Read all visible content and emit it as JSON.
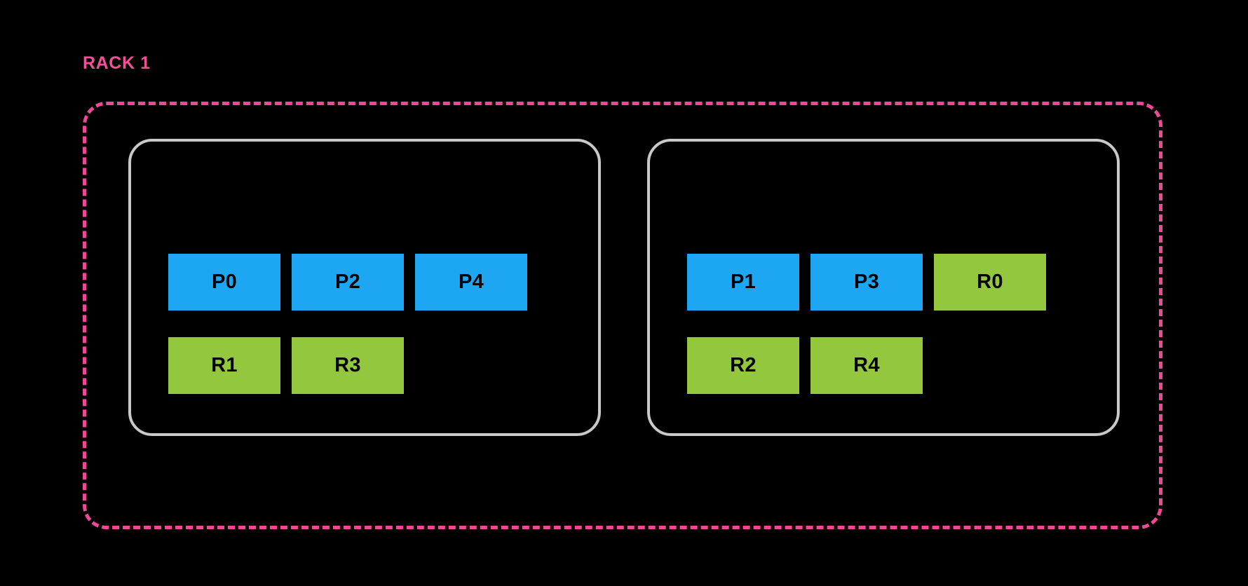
{
  "diagram": {
    "title": "RACK 1",
    "background_color": "#000000",
    "rack_border_color": "#ef4899",
    "rack_title_color": "#f4509a",
    "node_border_color": "#c9c9c9",
    "partition_color": "#1da7f2",
    "replica_color": "#93c83e",
    "label_color": "#000000",
    "nodes": [
      {
        "id": "node-left",
        "rows": [
          {
            "id": "row-top",
            "blocks": [
              {
                "label": "P0",
                "kind": "partition"
              },
              {
                "label": "P2",
                "kind": "partition"
              },
              {
                "label": "P4",
                "kind": "partition"
              }
            ]
          },
          {
            "id": "row-bottom",
            "blocks": [
              {
                "label": "R1",
                "kind": "replica"
              },
              {
                "label": "R3",
                "kind": "replica"
              }
            ]
          }
        ]
      },
      {
        "id": "node-right",
        "rows": [
          {
            "id": "row-top",
            "blocks": [
              {
                "label": "P1",
                "kind": "partition"
              },
              {
                "label": "P3",
                "kind": "partition"
              },
              {
                "label": "R0",
                "kind": "replica"
              }
            ]
          },
          {
            "id": "row-bottom",
            "blocks": [
              {
                "label": "R2",
                "kind": "replica"
              },
              {
                "label": "R4",
                "kind": "replica"
              }
            ]
          }
        ]
      }
    ]
  }
}
